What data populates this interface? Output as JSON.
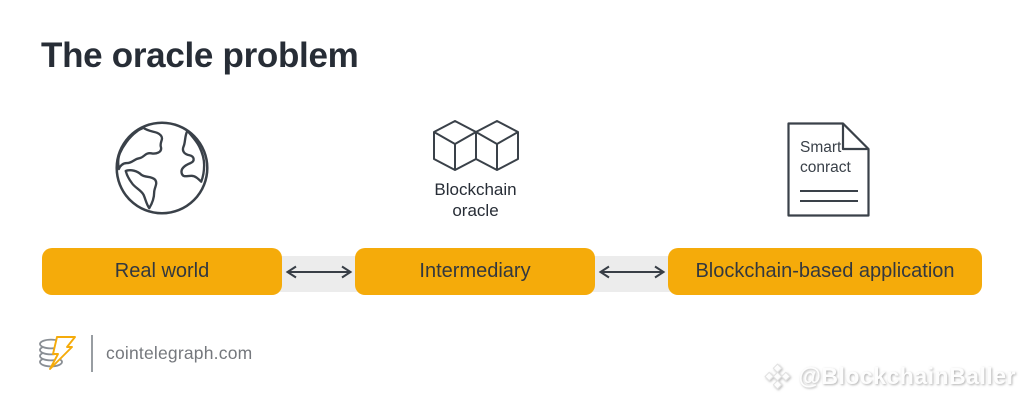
{
  "title": "The oracle problem",
  "colors": {
    "accent_yellow": "#F5AB0A",
    "dark_text": "#272D36",
    "box_text": "#33383F",
    "icon_stroke": "#3A4149",
    "connector_gray": "#ECECEC",
    "footer_gray": "#75787D"
  },
  "diagram": {
    "nodes": [
      {
        "id": "real-world",
        "icon": "globe-icon",
        "box_label": "Real world"
      },
      {
        "id": "intermediary",
        "icon": "blockchain-cubes-icon",
        "caption": "Blockchain oracle",
        "box_label": "Intermediary"
      },
      {
        "id": "blockchain-application",
        "icon": "smart-contract-icon",
        "document_text": "Smart conract",
        "box_label": "Blockchain-based application"
      }
    ],
    "connectors": [
      {
        "icon": "double-arrow-icon"
      },
      {
        "icon": "double-arrow-icon"
      }
    ]
  },
  "footer": {
    "logo_icon": "cointelegraph-logo-icon",
    "site_label": "cointelegraph.com"
  },
  "watermark": {
    "icon": "bnb-diamond-icon",
    "handle": "@BlockchainBaller"
  }
}
